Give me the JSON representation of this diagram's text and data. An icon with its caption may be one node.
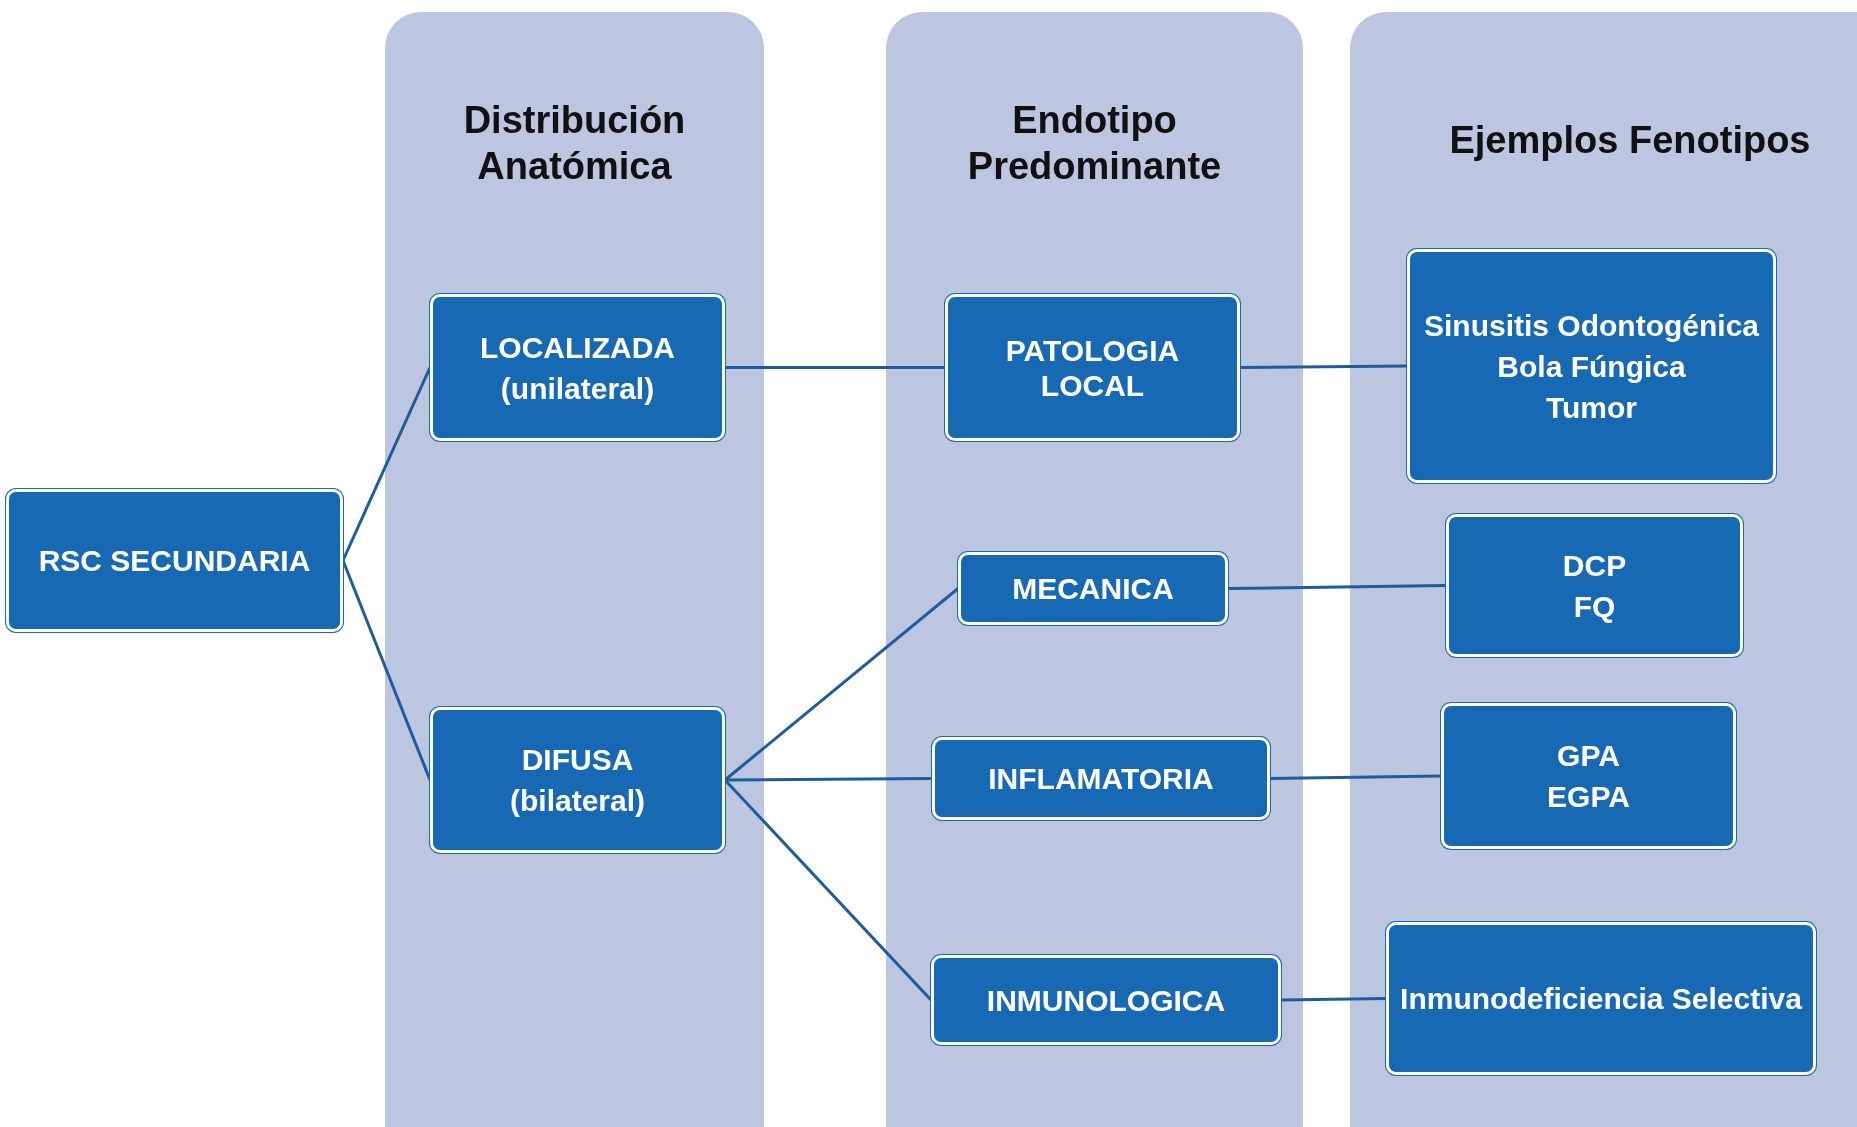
{
  "diagram": {
    "nodes": [
      {
        "text": [
          "RSC SECUNDARIA"
        ]
      },
      {
        "text": [
          "Distribución Anatómica"
        ]
      },
      {
        "text": [
          "LOCALIZADA",
          "(unilateral)"
        ],
        "in": 1
      },
      {
        "text": [
          "DIFUSA",
          "(bilateral)"
        ],
        "in": 1
      },
      {
        "text": [
          "Endotipo Predominante"
        ]
      },
      {
        "text": [
          "PATOLOGIA LOCAL"
        ],
        "in": 4
      },
      {
        "text": [
          "MECANICA"
        ],
        "in": 4
      },
      {
        "text": [
          "INFLAMATORIA"
        ],
        "in": 4
      },
      {
        "text": [
          "INMUNOLOGICA"
        ],
        "in": 4
      },
      {
        "text": [
          "Ejemplos Fenotipos"
        ]
      },
      {
        "text": [
          "Sinusitis Odontogénica",
          "Bola Fúngica",
          "Tumor"
        ],
        "in": 9
      },
      {
        "text": [
          "DCP",
          "FQ"
        ],
        "in": 9
      },
      {
        "text": [
          "GPA",
          "EGPA"
        ],
        "in": 9
      },
      {
        "text": [
          "Inmunodeficiencia Selectiva"
        ],
        "in": 9
      }
    ],
    "edges": [
      {
        "from": 0,
        "to": 2,
        "arrow": "none"
      },
      {
        "from": 0,
        "to": 3,
        "arrow": "none"
      },
      {
        "from": 2,
        "to": 5,
        "arrow": "none"
      },
      {
        "from": 5,
        "to": 10,
        "arrow": "none"
      },
      {
        "from": 3,
        "to": 6,
        "arrow": "none"
      },
      {
        "from": 3,
        "to": 7,
        "arrow": "none"
      },
      {
        "from": 3,
        "to": 8,
        "arrow": "none"
      },
      {
        "from": 6,
        "to": 11,
        "arrow": "none"
      },
      {
        "from": 7,
        "to": 12,
        "arrow": "none"
      },
      {
        "from": 8,
        "to": 13,
        "arrow": "none"
      }
    ]
  }
}
